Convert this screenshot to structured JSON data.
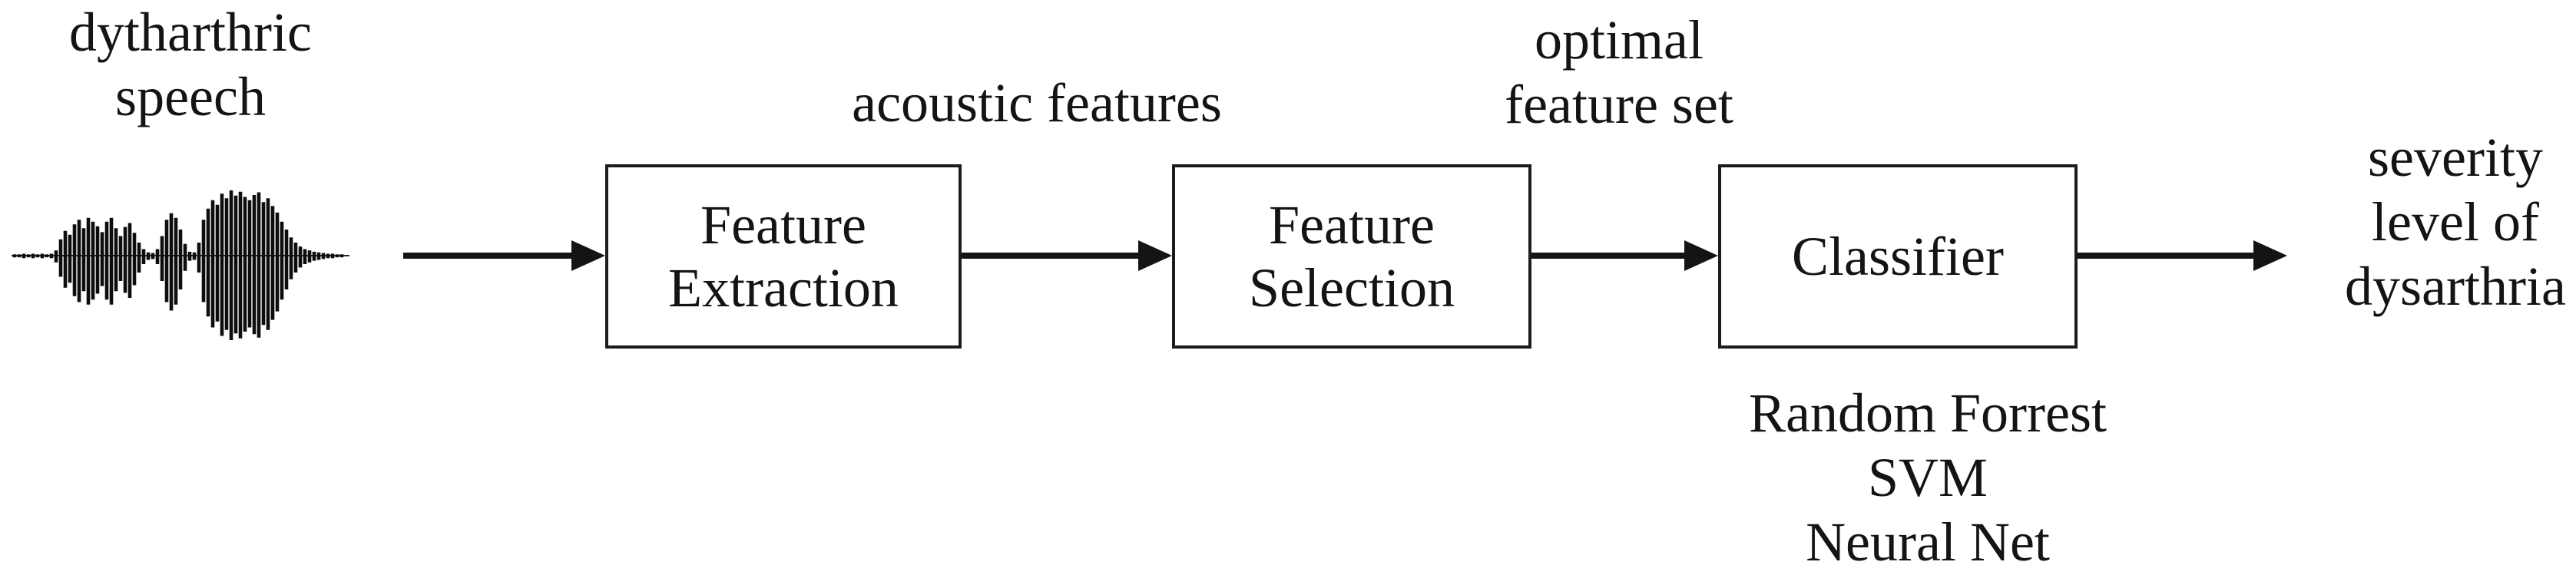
{
  "figure": {
    "input_label_lines": [
      "dytharthric",
      "speech"
    ],
    "waveform": {
      "description": "dysarthric speech waveform",
      "color": "#0d0d0d",
      "centerline_color": "#2a2a2a",
      "amplitudes": [
        2,
        2,
        3,
        2,
        3,
        2,
        3,
        2,
        3,
        8,
        25,
        38,
        32,
        48,
        55,
        42,
        58,
        52,
        45,
        36,
        52,
        58,
        42,
        30,
        44,
        50,
        35,
        20,
        10,
        5,
        4,
        10,
        30,
        55,
        65,
        58,
        40,
        18,
        6,
        5,
        20,
        55,
        72,
        85,
        78,
        95,
        88,
        100,
        92,
        98,
        90,
        85,
        93,
        97,
        82,
        88,
        76,
        66,
        52,
        40,
        28,
        20,
        14,
        10,
        8,
        6,
        5,
        4,
        3,
        3,
        2,
        2
      ]
    },
    "annotation_acoustic_features": "acoustic features",
    "annotation_optimal_lines": [
      "optimal",
      "feature set"
    ],
    "boxes": [
      {
        "label_lines": [
          "Feature",
          "Extraction"
        ]
      },
      {
        "label_lines": [
          "Feature",
          "Selection"
        ]
      },
      {
        "label_lines": [
          "Classifier"
        ]
      }
    ],
    "classifier_methods": [
      "Random Forrest",
      "SVM",
      "Neural Net"
    ],
    "output_label_lines": [
      "severity",
      "level of",
      "dysarthria"
    ]
  },
  "colors": {
    "background": "#ffffff",
    "text": "#141414",
    "box_border": "#1c1c1c",
    "arrow": "#141414"
  }
}
